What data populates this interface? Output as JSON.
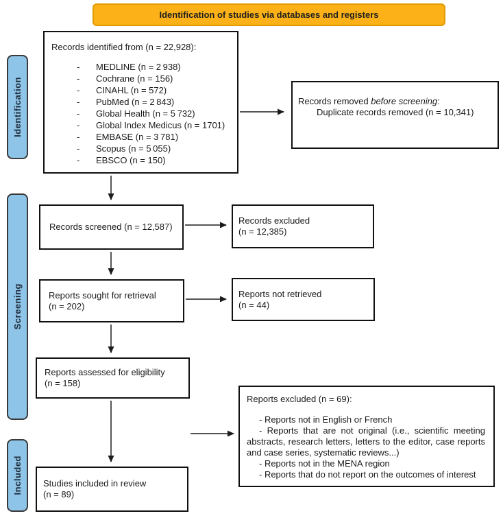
{
  "banner": {
    "label": "Identification of studies via databases and registers"
  },
  "colors": {
    "banner_fill": "#FBB117",
    "banner_border": "#E09C00",
    "stage_fill": "#8EC4E8",
    "box_border": "#101010",
    "text": "#1A1A1A"
  },
  "stages": [
    {
      "label": "Identification"
    },
    {
      "label": "Screening"
    },
    {
      "label": "Included"
    }
  ],
  "boxes": {
    "identified": {
      "title": "Records identified from (n = 22,928):",
      "bullet": "-",
      "sources": [
        "MEDLINE (n = 2 938)",
        "Cochrane (n = 156)",
        "CINAHL (n = 572)",
        "PubMed (n = 2 843)",
        "Global Health (n = 5 732)",
        "Global Index Medicus (n = 1701)",
        "EMBASE (n = 3 781)",
        "Scopus (n = 5 055)",
        "EBSCO (n = 150)"
      ]
    },
    "removed": {
      "line1_prefix": "Records removed ",
      "line1_italic": "before screening",
      "line1_suffix": ":",
      "line2": "Duplicate records removed (n = 10,341)"
    },
    "screened": {
      "line1": "Records screened (n = 12,587)"
    },
    "records_excluded": {
      "line1": "Records excluded",
      "line2": "(n = 12,385)"
    },
    "sought": {
      "line1": "Reports sought for retrieval",
      "line2": "(n = 202)"
    },
    "not_retrieved": {
      "line1": "Reports not retrieved",
      "line2": "(n = 44)"
    },
    "assessed": {
      "line1": "Reports assessed for eligibility",
      "line2": "(n = 158)"
    },
    "reports_excluded": {
      "title": "Reports excluded (n = 69):",
      "reasons": [
        "- Reports not in English or French",
        "- Reports that are not original (i.e., scientific meeting abstracts, research letters, letters to the editor, case reports and case series, systematic reviews...)",
        "- Reports not in the MENA region",
        "- Reports that do not report on the outcomes of interest"
      ]
    },
    "included": {
      "line1": "Studies included in review",
      "line2": "(n = 89)"
    }
  }
}
